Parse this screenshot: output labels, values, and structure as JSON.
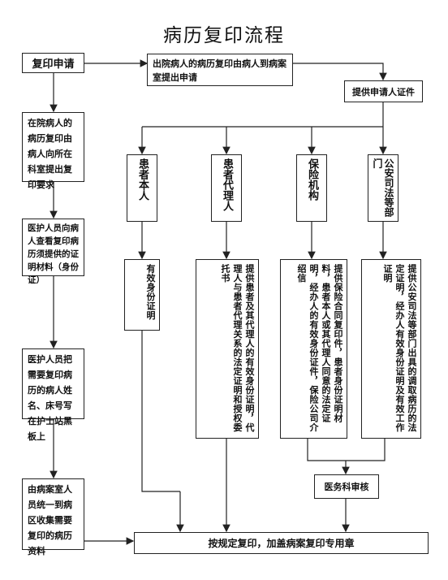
{
  "title": "病历复印流程",
  "nodes": {
    "apply": "复印申请",
    "outpatient": "出院病人的病历复印由病人到病案室提出申请",
    "provide_id": "提供申请人证件",
    "inpatient": "在院病人的病历复印由病人向所在科室提出复印要求",
    "check_materials": "医护人员向病人查看复印病历须提供的证明材料（身份证）",
    "register": "医护人员把需要复印病历的病人姓名、床号写在护士站黑板上",
    "collect": "由病案室人员统一到病区收集需要复印的病历资料",
    "final": "按规定复印，加盖病案复印专用章",
    "review": "医务科审核"
  },
  "categories": [
    {
      "label": "患者本人",
      "doc": "有效身份证明"
    },
    {
      "label": "患者代理人",
      "doc": "提供患者及其代理人的有效身份证明，代理人与患者代理关系的法定证明和授权委托书"
    },
    {
      "label": "保险机构",
      "doc": "提供保险合同复印件，患者身份证明材料，患者本人或其代理人同意的法定证明，经办人的有效身份证件，保险公司介绍信"
    },
    {
      "label": "公安司法等部门",
      "doc": "提供公安司法等部门出具的调取病历的法定证明，经办人有效身份证明及有效工作证明"
    }
  ]
}
